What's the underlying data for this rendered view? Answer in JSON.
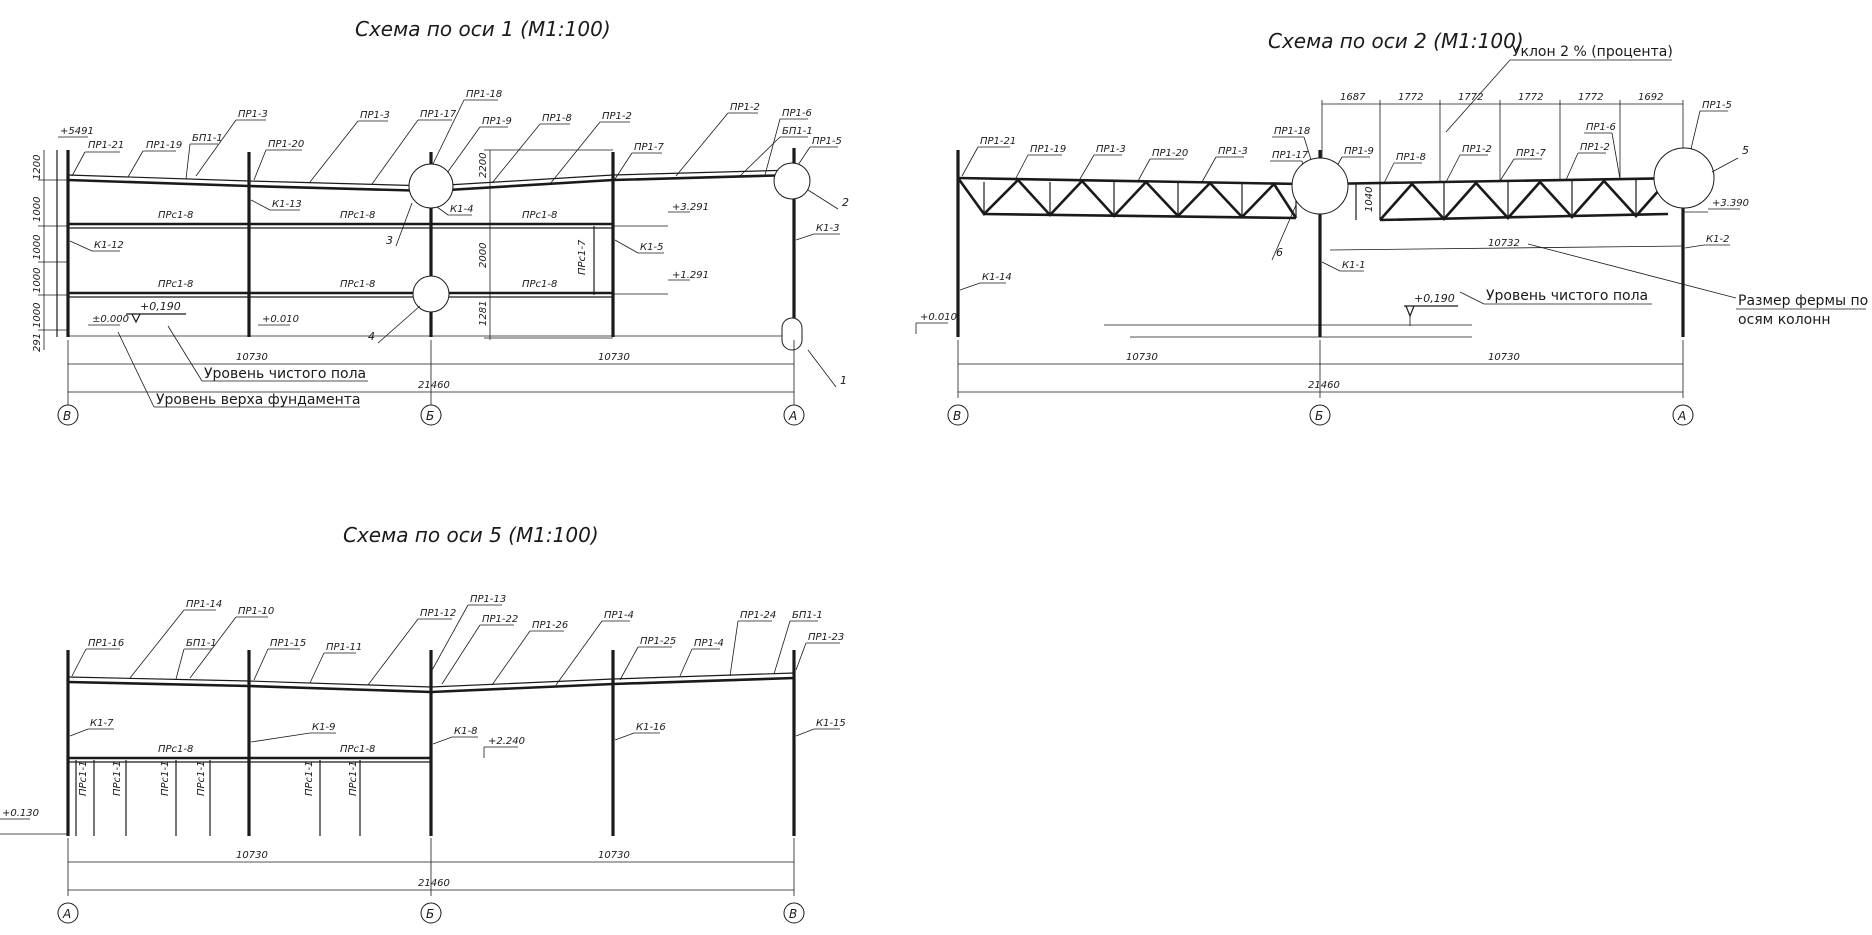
{
  "titles": {
    "axis1": "Схема по оси 1 (М1:100)",
    "axis2": "Схема по оси 2 (М1:100)",
    "axis5": "Схема по оси 5 (М1:100)"
  },
  "axis_labels": {
    "a": "А",
    "b": "Б",
    "v": "В"
  },
  "dims": {
    "span": "10730",
    "total": "21460",
    "d1200": "1200",
    "d1000": "1000",
    "d291": "291",
    "d2200": "2200",
    "d2000": "2000",
    "d1281": "1281",
    "truss_span": "10732",
    "truss_h": "1040",
    "p1687": "1687",
    "p1772": "1772",
    "p1692": "1692"
  },
  "levels": {
    "top5491": "+5491",
    "l3291": "+3.291",
    "l1291": "+1.291",
    "l0000": "±0.000",
    "l0190": "+0,190",
    "l0010": "+0.010",
    "l3390": "+3.390",
    "l2240": "+2.240",
    "l0130": "+0.130"
  },
  "notes": {
    "floor": "Уровень чистого пола",
    "foundation": "Уровень верха фундамента",
    "slope": "Уклон 2 % (процента)",
    "truss1": "Размер фермы по",
    "truss2": "осям колонн"
  },
  "callouts": {
    "n1": "1",
    "n2": "2",
    "n3": "3",
    "n4": "4",
    "n5": "5",
    "n6": "6"
  },
  "labels": {
    "pr1_21": "ПР1-21",
    "pr1_19": "ПР1-19",
    "bp1_1": "БП1-1",
    "pr1_3": "ПР1-3",
    "pr1_20": "ПР1-20",
    "pr1_17": "ПР1-17",
    "pr1_18": "ПР1-18",
    "pr1_9": "ПР1-9",
    "pr1_8": "ПР1-8",
    "pr1_2": "ПР1-2",
    "pr1_7": "ПР1-7",
    "pr1_6": "ПР1-6",
    "pr1_5": "ПР1-5",
    "k1_13": "К1-13",
    "k1_4": "К1-4",
    "k1_12": "К1-12",
    "k1_5": "К1-5",
    "k1_3": "К1-3",
    "prs1_8": "ПРс1-8",
    "prs1_7": "ПРс1-7",
    "k1_14": "К1-14",
    "k1_1": "К1-1",
    "k1_2": "К1-2",
    "pr1_14": "ПР1-14",
    "pr1_10": "ПР1-10",
    "pr1_16": "ПР1-16",
    "pr1_15": "ПР1-15",
    "pr1_11": "ПР1-11",
    "pr1_12": "ПР1-12",
    "pr1_13": "ПР1-13",
    "pr1_22": "ПР1-22",
    "pr1_26": "ПР1-26",
    "pr1_4": "ПР1-4",
    "pr1_25": "ПР1-25",
    "pr1_24": "ПР1-24",
    "pr1_23": "ПР1-23",
    "k1_7": "К1-7",
    "k1_9": "К1-9",
    "k1_8": "К1-8",
    "k1_16": "К1-16",
    "k1_15": "К1-15",
    "prs1_1": "ПРс1-1"
  }
}
